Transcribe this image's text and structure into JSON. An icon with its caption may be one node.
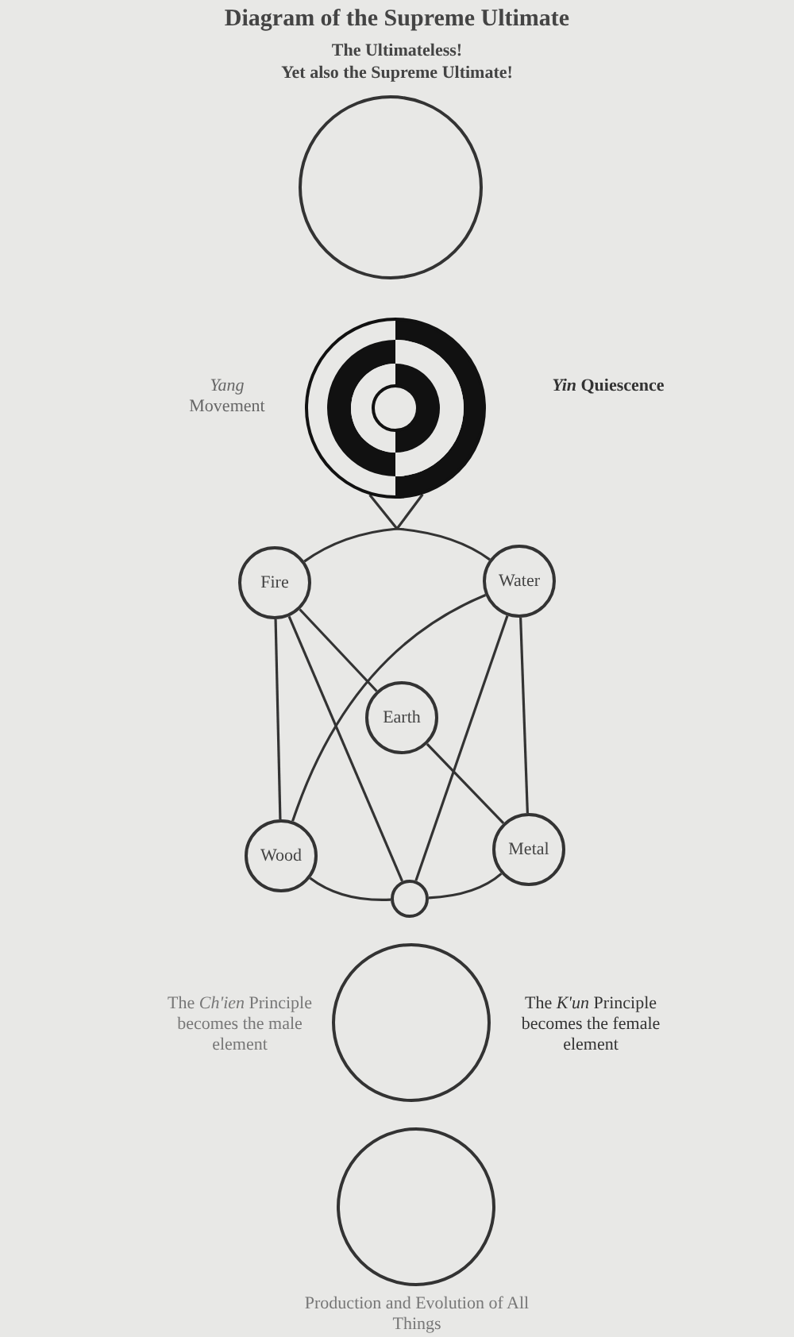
{
  "diagram": {
    "title": "Diagram of the Supreme Ultimate",
    "nodes": [
      {
        "text": [],
        "shape": "circle",
        "beside": [
          "The Ultimateless!",
          "Yet also the Supreme Ultimate!"
        ]
      },
      {
        "text": [],
        "shape": "picture",
        "beside": [
          "*Yang* Movement",
          "*Yin* Quiescence"
        ]
      },
      {
        "text": [
          "Fire"
        ]
      },
      {
        "text": [
          "Water"
        ]
      },
      {
        "text": [
          "Earth"
        ]
      },
      {
        "text": [
          "Wood"
        ]
      },
      {
        "text": [
          "Metal"
        ]
      },
      {
        "text": [],
        "shape": "circle"
      },
      {
        "text": [],
        "shape": "circle",
        "beside": [
          "The *Ch'ien* Principle becomes the male element",
          "The *K'un* Principle becomes the female element"
        ]
      },
      {
        "text": [],
        "shape": "circle",
        "beside": [
          "Production and Evolution of All Things"
        ]
      }
    ],
    "edges": [
      {
        "from": 1,
        "to": 2,
        "arrow": "none"
      },
      {
        "from": 1,
        "to": 3,
        "arrow": "none"
      },
      {
        "from": 2,
        "to": 5,
        "arrow": "none"
      },
      {
        "from": 2,
        "to": 4,
        "arrow": "none"
      },
      {
        "from": 4,
        "to": 6,
        "arrow": "none"
      },
      {
        "from": 2,
        "to": 7,
        "arrow": "none"
      },
      {
        "from": 3,
        "to": 5,
        "arrow": "none"
      },
      {
        "from": 3,
        "to": 7,
        "arrow": "none"
      },
      {
        "from": 3,
        "to": 6,
        "arrow": "none"
      },
      {
        "from": 5,
        "to": 7,
        "arrow": "none"
      },
      {
        "from": 7,
        "to": 6,
        "arrow": "none"
      }
    ]
  }
}
